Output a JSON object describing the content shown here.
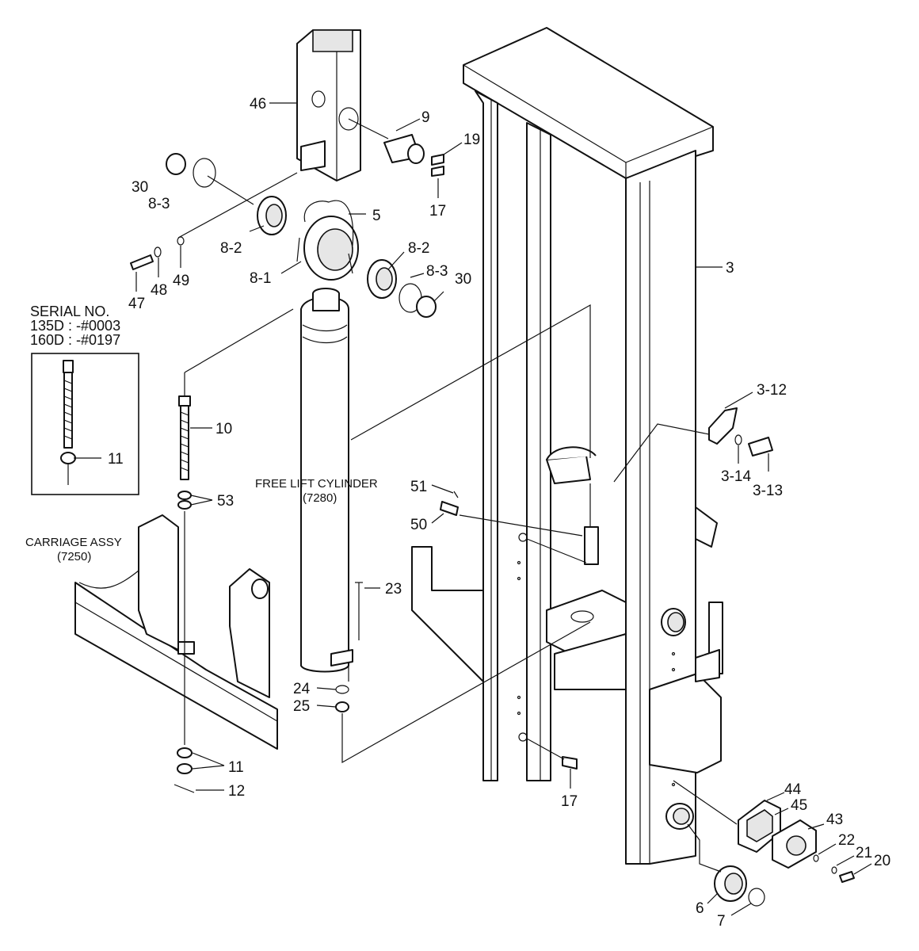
{
  "callouts": {
    "c46": "46",
    "c9": "9",
    "c19": "19",
    "c30a": "30",
    "c83a": "8-3",
    "c17a": "17",
    "c5": "5",
    "c82a": "8-2",
    "c82b": "8-2",
    "c81": "8-1",
    "c83b": "8-3",
    "c30b": "30",
    "c3": "3",
    "c47": "47",
    "c48": "48",
    "c49": "49",
    "c10": "10",
    "c11a": "11",
    "c53": "53",
    "c312": "3-12",
    "c314": "3-14",
    "c313": "3-13",
    "c51": "51",
    "c50": "50",
    "c23": "23",
    "c24": "24",
    "c25": "25",
    "c11b": "11",
    "c12": "12",
    "c17b": "17",
    "c44": "44",
    "c45": "45",
    "c43": "43",
    "c22": "22",
    "c21": "21",
    "c20": "20",
    "c6": "6",
    "c7": "7"
  },
  "serial": {
    "title": "SERIAL NO.",
    "line1": "135D : -#0003",
    "line2": "160D : -#0197"
  },
  "labels": {
    "free_lift_name": "FREE LIFT CYLINDER",
    "free_lift_code": "(7280)",
    "carriage_name": "CARRIAGE ASSY",
    "carriage_code": "(7250)"
  }
}
